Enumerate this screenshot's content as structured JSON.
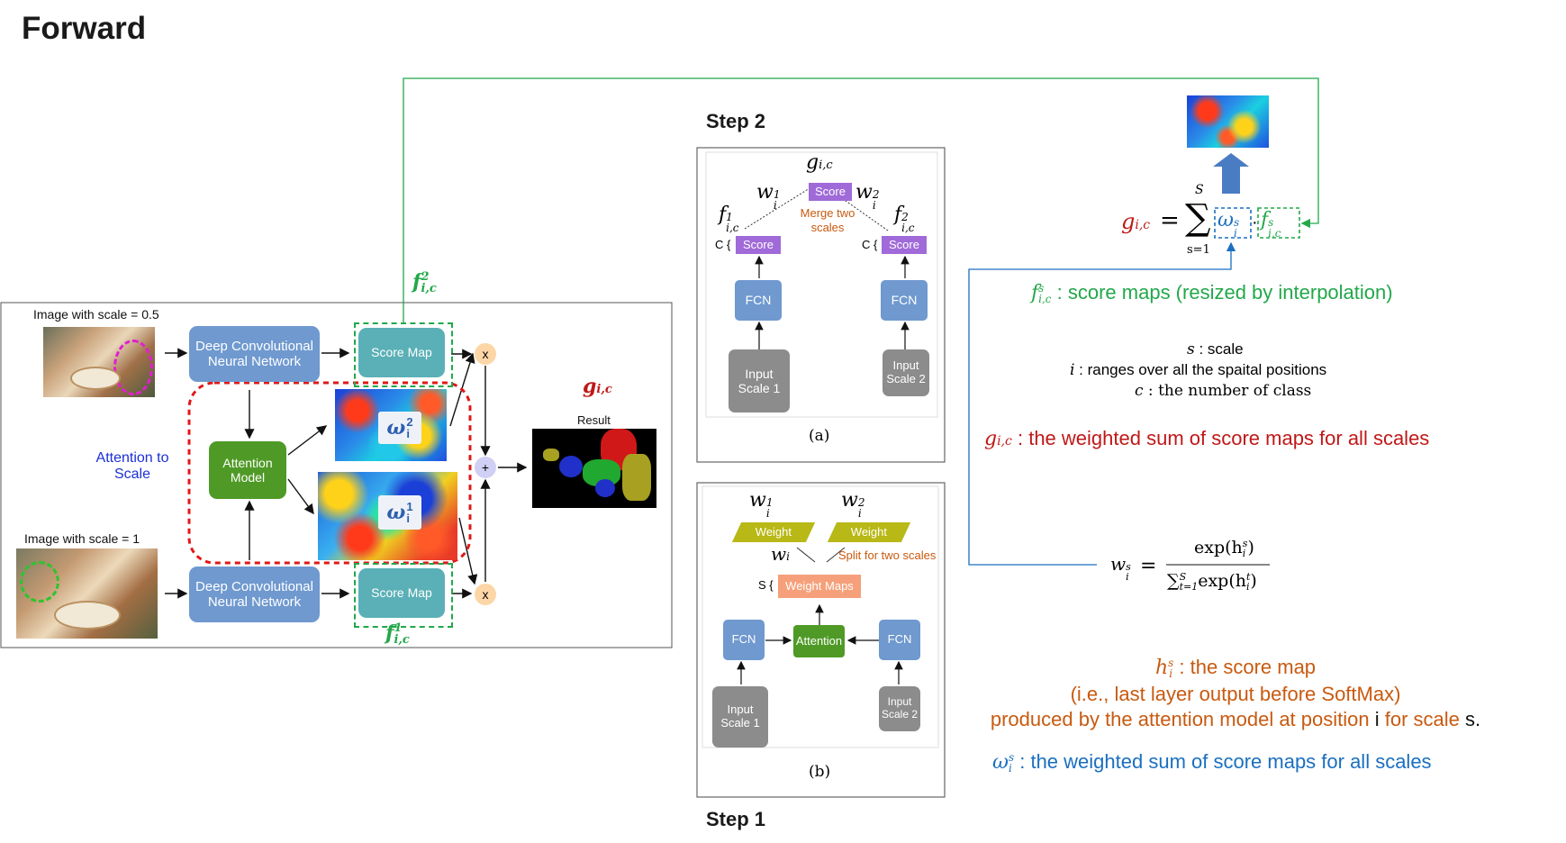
{
  "title": "Forward",
  "step2_label": "Step 2",
  "step1_label": "Step 1",
  "left": {
    "img_scale_05_label": "Image with scale = 0.5",
    "img_scale_1_label": "Image with scale = 1",
    "dcnn_label": "Deep Convolutional Neural Network",
    "score_map_label": "Score Map",
    "attention_label": "Attention to Scale",
    "attention_model_label": "Attention Model",
    "result_label": "Result",
    "mult_symbol": "x",
    "plus_symbol": "+",
    "f2": "f",
    "f2_sub": "i,c",
    "f2_sup": "2",
    "f1": "f",
    "f1_sub": "i,c",
    "f1_sup": "1",
    "g": "g",
    "g_sub": "i,c",
    "w2": "ω",
    "w2_sub": "i",
    "w2_sup": "2",
    "w1": "ω",
    "w1_sub": "i",
    "w1_sup": "1"
  },
  "panel_a": {
    "caption": "(a)",
    "g_label": "g",
    "g_sub": "i,c",
    "score": "Score",
    "merge_label": "Merge two scales",
    "c_label": "C {",
    "fcn": "FCN",
    "input1": "Input Scale 1",
    "input2": "Input Scale 2",
    "w_sym": "w",
    "w1_sup": "1",
    "w2_sup": "2",
    "w_sub": "i",
    "f_sym": "f",
    "f1_sup": "1",
    "f2_sup": "2",
    "f_sub": "i,c"
  },
  "panel_b": {
    "caption": "(b)",
    "weight": "Weight",
    "weight_maps": "Weight Maps",
    "split_label": "Split for two scales",
    "s_label": "S {",
    "fcn": "FCN",
    "attention": "Attention",
    "input1": "Input Scale 1",
    "input2": "Input Scale 2",
    "w_sym": "w",
    "w1_sup": "1",
    "w2_sup": "2",
    "w_sub": "i"
  },
  "right": {
    "eq_g": "g",
    "eq_g_sub": "i,c",
    "eq_equals": "=",
    "eq_sum": "∑",
    "eq_sum_top": "S",
    "eq_sum_bottom": "s=1",
    "eq_w": "ω",
    "eq_w_sub": "i",
    "eq_w_sup": "s",
    "eq_dot": "·",
    "eq_f": "f",
    "eq_f_sub": "i,c",
    "eq_f_sup": "s",
    "fs_desc": " : score maps (resized by interpolation)",
    "s_desc": " : scale",
    "s_sym": "s",
    "i_desc": " : ranges over all the spaital positions",
    "i_sym": "i",
    "c_desc": " : the number of class",
    "c_sym": "c",
    "g_desc": " : the weighted sum of score maps for all scales",
    "softmax_w": "w",
    "softmax_w_sub": "i",
    "softmax_w_sup": "s",
    "softmax_num": "exp(h",
    "softmax_num_sub": "i",
    "softmax_num_sup": "s",
    "softmax_num_end": ")",
    "softmax_den": "exp(h",
    "softmax_den_sub": "i",
    "softmax_den_sup": "t",
    "softmax_den_end": ")",
    "softmax_sum": "∑",
    "softmax_sum_top": "S",
    "softmax_sum_bottom": "t=1",
    "h_sym": "h",
    "h_sub": "i",
    "h_sup": "s",
    "h_desc_1": " : the score map",
    "h_desc_2": "(i.e., last layer output before SoftMax)",
    "h_desc_3a": "produced by the attention model at position ",
    "h_desc_3i": "i",
    "h_desc_3b": " for scale ",
    "h_desc_3s": "s",
    "h_desc_3c": ".",
    "w_desc": " : the weighted sum of score maps for all scales"
  },
  "colors": {
    "green": "#22a84a",
    "red": "#d01c1c",
    "orange": "#c85a10",
    "blue": "#1a6fc0",
    "attention_blue": "#1c2fd6"
  }
}
